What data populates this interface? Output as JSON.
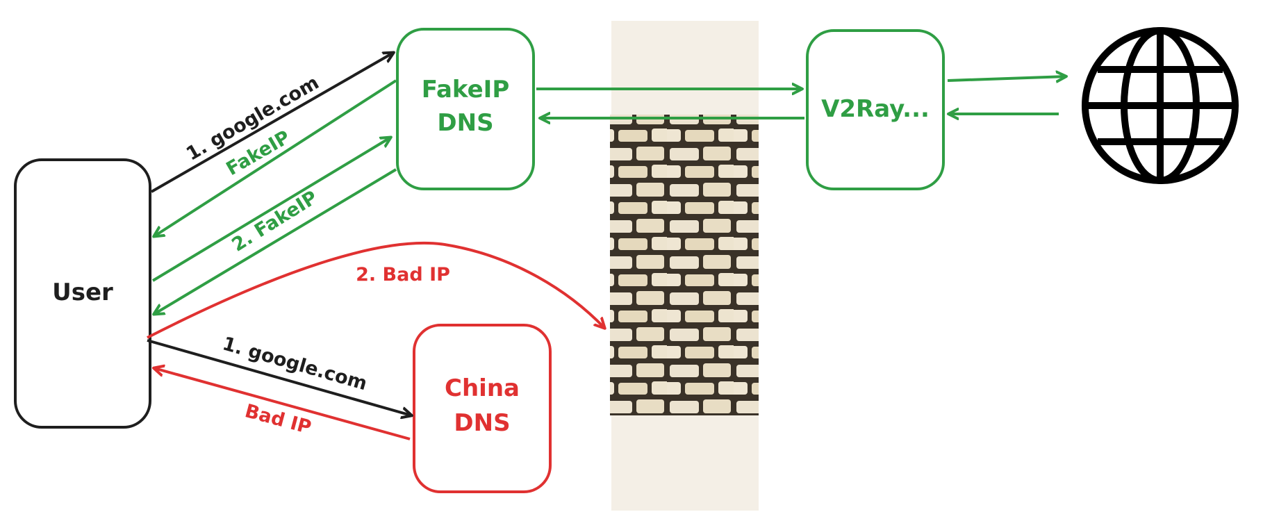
{
  "nodes": {
    "user": {
      "label": "User"
    },
    "fakeip_dns": {
      "line1": "FakeIP",
      "line2": "DNS"
    },
    "v2ray": {
      "label": "V2Ray..."
    },
    "china_dns": {
      "line1": "China",
      "line2": "DNS"
    }
  },
  "edges": {
    "user_to_fakeip_query": "1. google.com",
    "fakeip_to_user_reply": "FakeIP",
    "user_to_fakeip_second": "2. FakeIP",
    "user_to_wall": "2. Bad IP",
    "user_to_china_query": "1. google.com",
    "china_to_user_reply": "Bad IP"
  },
  "icons": {
    "globe": "globe-icon",
    "wall": "brick-wall-icon"
  },
  "colors": {
    "black": "#1e1e1e",
    "green": "#2f9e44",
    "red": "#e03131",
    "wall_bg": "#f4efe6",
    "brick": "#ece3d0",
    "brick_shadow": "#3a3228"
  }
}
